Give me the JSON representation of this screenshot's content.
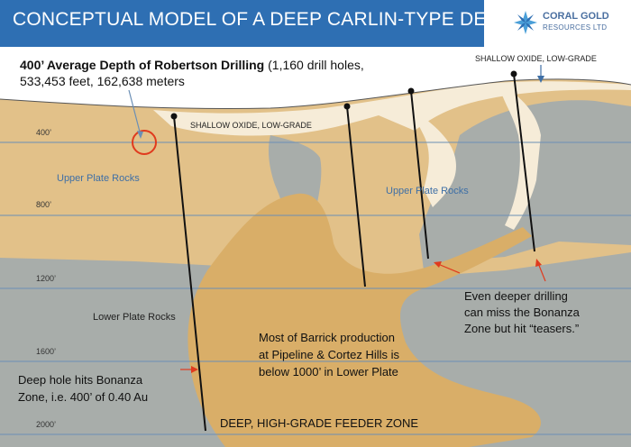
{
  "header": {
    "title": "CONCEPTUAL MODEL OF A DEEP CARLIN-TYPE DEPOSIT",
    "background": "#2e6fb3"
  },
  "logo": {
    "name": "CORAL GOLD",
    "sub": "RESOURCES LTD",
    "icon": "star-logo-icon",
    "color": "#4a6fa0"
  },
  "annotations": {
    "depth_note_bold": "400’ Average Depth of Robertson Drilling",
    "depth_note_rest": " (1,160 drill holes,",
    "depth_note_line2": "533,453 feet, 162,638 meters",
    "shallow_oxide_left": "SHALLOW OXIDE, LOW-GRADE",
    "shallow_oxide_right": "SHALLOW OXIDE, LOW-GRADE",
    "upper_plate_left": "Upper Plate Rocks",
    "upper_plate_right": "Upper Plate Rocks",
    "lower_plate": "Lower Plate Rocks",
    "barrick_1": "Most of Barrick production",
    "barrick_2": "at Pipeline & Cortez Hills is",
    "barrick_3": "below 1000’ in Lower Plate",
    "deeper_1": "Even deeper drilling",
    "deeper_2": "can miss the Bonanza",
    "deeper_3": "Zone but hit “teasers.”",
    "deep_hole_1": "Deep hole hits Bonanza",
    "deep_hole_2": "Zone, i.e. 400’ of 0.40 Au",
    "feeder_zone": "DEEP, HIGH-GRADE FEEDER ZONE"
  },
  "depth_labels": [
    "400’",
    "800’",
    "1200’",
    "1600’",
    "2000’"
  ],
  "colors": {
    "upper_plate": "#e2c189",
    "lower_plate": "#a8adaa",
    "ore_body": "#d9ae68",
    "oxide": "#f6ecd8",
    "depth_line": "#6b8fb5",
    "label_blue": "#3e6fa6",
    "arrow_red": "#e03a1e"
  }
}
